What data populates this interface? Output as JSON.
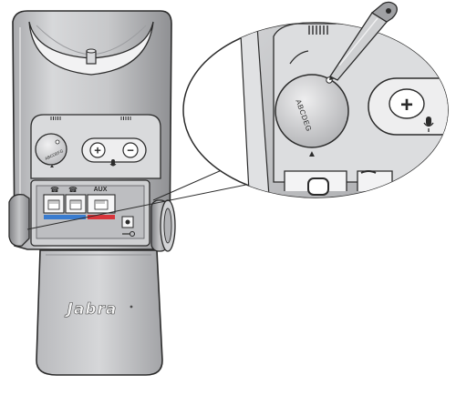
{
  "base_unit": {
    "brand": "Jabra",
    "volume": {
      "plus": "+",
      "minus": "−"
    },
    "ports": [
      "☎",
      "☎",
      "AUX"
    ],
    "switch_label": "ABCDEFG",
    "power_icon": "power-connector-icon"
  },
  "magnified_view": {
    "switch_label": "ABCDEG",
    "pointer": "▲",
    "button": "+",
    "tool": "screwdriver-icon",
    "mute_icon": "microphone-icon"
  },
  "colors": {
    "body": "#c9cacc",
    "body_dark": "#9d9ea1",
    "body_light": "#e4e5e7",
    "outline": "#2b2b2b",
    "port_blue": "#3a7ccf",
    "port_red": "#d8343b",
    "background": "#ffffff"
  }
}
